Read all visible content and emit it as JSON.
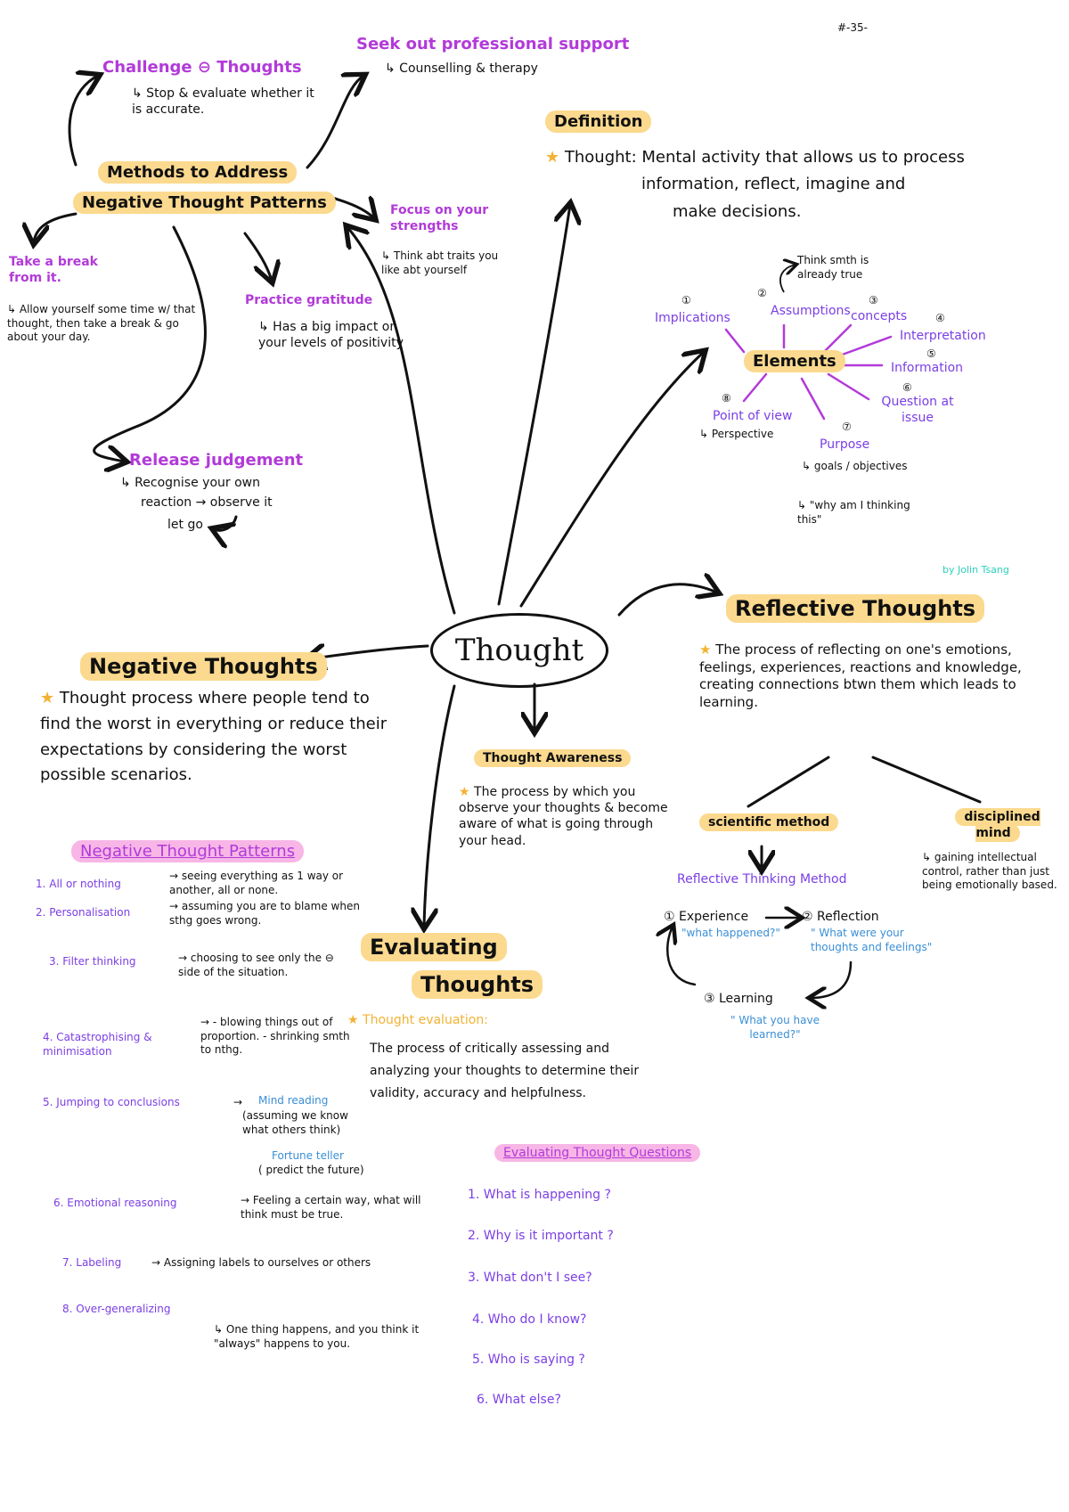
{
  "page_number": "#-35-",
  "credit": "by Jolin Tsang",
  "center": "Thought",
  "methods": {
    "title_1": "Methods to Address",
    "title_2": "Negative Thought Patterns",
    "challenge": "Challenge ⊖ Thoughts",
    "challenge_desc": "↳ Stop & evaluate whether it is accurate.",
    "seek": "Seek out professional support",
    "seek_desc": "↳ Counselling & therapy",
    "break_title": "Take a break from it.",
    "break_desc": "↳ Allow yourself some time w/ that thought, then take a break & go about your day.",
    "gratitude": "Practice gratitude",
    "gratitude_desc": "↳ Has a big impact on your levels of positivity",
    "strengths": "Focus on your strengths",
    "strengths_desc": "↳ Think abt traits you like abt yourself",
    "release": "Release judgement",
    "release_desc_1": "↳ Recognise your own",
    "release_desc_2": "reaction → observe it",
    "release_desc_3": "let go"
  },
  "definition": {
    "title": "Definition",
    "star": "★",
    "text_1": "Thought: Mental activity that allows us to process",
    "text_2": "information, reflect, imagine and",
    "text_3": "make decisions."
  },
  "elements": {
    "title": "Elements",
    "items": [
      {
        "num": "①",
        "label": "Implications"
      },
      {
        "num": "②",
        "label": "Assumptions",
        "note": "Think smth is already true"
      },
      {
        "num": "③",
        "label": "concepts"
      },
      {
        "num": "④",
        "label": "Interpretation"
      },
      {
        "num": "⑤",
        "label": "Information"
      },
      {
        "num": "⑥",
        "label": "Question at issue"
      },
      {
        "num": "⑦",
        "label": "Purpose",
        "desc_1": "↳ goals / objectives",
        "desc_2": "↳ \"why am I thinking this\""
      },
      {
        "num": "⑧",
        "label": "Point of view",
        "desc_1": "↳ Perspective"
      }
    ]
  },
  "reflective": {
    "title": "Reflective Thoughts",
    "star": "★",
    "text": "The process of reflecting on one's emotions, feelings, experiences, reactions and knowledge, creating connections btwn them which leads to learning.",
    "scientific": "scientific method",
    "disciplined": "disciplined mind",
    "disciplined_desc": "↳ gaining intellectual control, rather than just being emotionally based.",
    "rtm": "Reflective Thinking Method",
    "experience": "① Experience",
    "experience_q": "\"what happened?\"",
    "reflection": "② Reflection",
    "reflection_q": "\" What were your thoughts and feelings\"",
    "learning": "③ Learning",
    "learning_q": "\" What you have learned?\""
  },
  "negative": {
    "title": "Negative Thoughts",
    "star": "★",
    "text": "Thought process where people tend to find the worst in everything or reduce their expectations by considering the worst possible scenarios.",
    "patterns_title": "Negative Thought Patterns",
    "patterns": [
      {
        "label": "1. All or nothing",
        "desc": "→ seeing everything as 1 way or another, all or none."
      },
      {
        "label": "2. Personalisation",
        "desc": "→ assuming you are to blame when sthg goes wrong."
      },
      {
        "label": "3. Filter thinking",
        "desc": "→ choosing to see only the ⊖ side of the situation."
      },
      {
        "label": "4. Catastrophising & minimisation",
        "desc": "→ - blowing things out of proportion. - shrinking smth to nthg."
      },
      {
        "label": "5. Jumping to conclusions",
        "desc": "→"
      },
      {
        "label": "6. Emotional reasoning",
        "desc": "→ Feeling a certain way, what will think must be true."
      },
      {
        "label": "7. Labeling",
        "desc": "→ Assigning labels to ourselves or others"
      },
      {
        "label": "8. Over-generalizing",
        "desc": "↳ One thing happens, and you think it \"always\" happens to you."
      }
    ],
    "mind_reading": "Mind reading",
    "mind_reading_desc": "(assuming we know what others think)",
    "fortune_teller": "Fortune teller",
    "fortune_teller_desc": "( predict the future)"
  },
  "awareness": {
    "title": "Thought Awareness",
    "star": "★",
    "text": "The process by which you observe your thoughts & become aware of what is going through your head."
  },
  "evaluating": {
    "title_1": "Evaluating",
    "title_2": "Thoughts",
    "star": "★",
    "subtitle": "Thought evaluation:",
    "text": "The process of critically assessing and analyzing your thoughts to determine their validity, accuracy and helpfulness.",
    "questions_title": "Evaluating Thought Questions",
    "questions": [
      "1. What is happening ?",
      "2. Why is it important ?",
      "3. What don't I see?",
      "4. Who do I know?",
      "5. Who is saying ?",
      "6. What else?"
    ]
  },
  "colors": {
    "highlight_yellow": "#fbd98e",
    "highlight_pink": "#f7b6e6",
    "purple": "#b23ad9",
    "violet": "#7b3fe4",
    "blue": "#3a8fd6",
    "star": "#f2b233",
    "teal": "#2bd1b8"
  }
}
